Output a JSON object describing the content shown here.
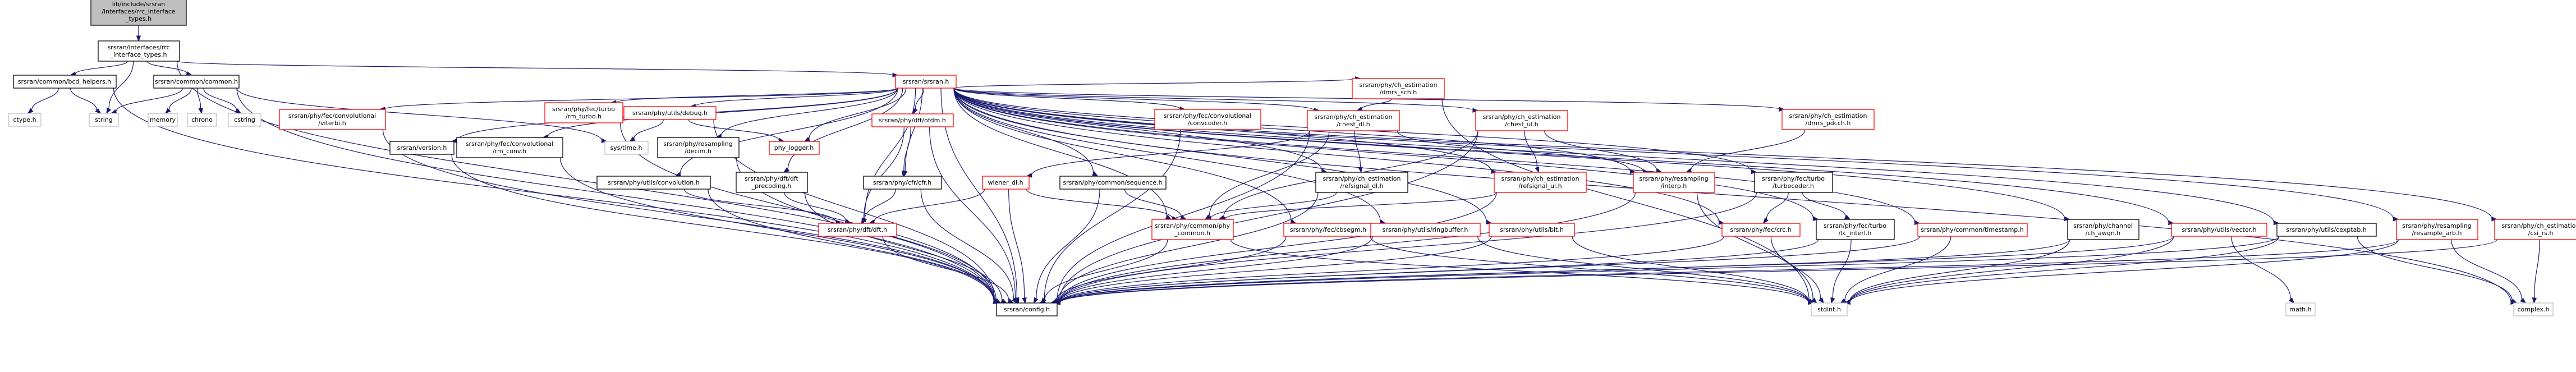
{
  "colors": {
    "edge": "#191970",
    "border_default": "#000000",
    "border_incomplete": "#ff0000",
    "border_system": "#bfbfbf",
    "fill_focus": "#bfbfbf",
    "fill_default": "#ffffff",
    "text": "#000000"
  },
  "nodes": [
    {
      "id": "n_root",
      "lines": [
        "lib/include/srsran",
        "/interfaces/rrc_interface",
        "_types.h"
      ],
      "kind": "focus"
    },
    {
      "id": "n_rrc_types",
      "lines": [
        "srsran/interfaces/rrc",
        "_interface_types.h"
      ],
      "kind": "default"
    },
    {
      "id": "n_bcd",
      "lines": [
        "srsran/common/bcd_helpers.h"
      ],
      "kind": "default"
    },
    {
      "id": "n_common",
      "lines": [
        "srsran/common/common.h"
      ],
      "kind": "default"
    },
    {
      "id": "n_srsran",
      "lines": [
        "srsran/srsran.h"
      ],
      "kind": "incomplete"
    },
    {
      "id": "n_ctype",
      "lines": [
        "ctype.h"
      ],
      "kind": "system"
    },
    {
      "id": "n_string",
      "lines": [
        "string"
      ],
      "kind": "system"
    },
    {
      "id": "n_memory",
      "lines": [
        "memory"
      ],
      "kind": "system"
    },
    {
      "id": "n_chrono",
      "lines": [
        "chrono"
      ],
      "kind": "system"
    },
    {
      "id": "n_cstring",
      "lines": [
        "cstring"
      ],
      "kind": "system"
    },
    {
      "id": "n_viterbi",
      "lines": [
        "srsran/phy/fec/convolutional",
        "/viterbi.h"
      ],
      "kind": "incomplete"
    },
    {
      "id": "n_version",
      "lines": [
        "srsran/version.h"
      ],
      "kind": "default"
    },
    {
      "id": "n_rm_conv",
      "lines": [
        "srsran/phy/fec/convolutional",
        "/rm_conv.h"
      ],
      "kind": "default"
    },
    {
      "id": "n_rm_turbo",
      "lines": [
        "srsran/phy/fec/turbo",
        "/rm_turbo.h"
      ],
      "kind": "incomplete"
    },
    {
      "id": "n_debug",
      "lines": [
        "srsran/phy/utils/debug.h"
      ],
      "kind": "incomplete"
    },
    {
      "id": "n_decim",
      "lines": [
        "srsran/phy/resampling",
        "/decim.h"
      ],
      "kind": "default"
    },
    {
      "id": "n_systime",
      "lines": [
        "sys/time.h"
      ],
      "kind": "system"
    },
    {
      "id": "n_phylogger",
      "lines": [
        "phy_logger.h"
      ],
      "kind": "incomplete"
    },
    {
      "id": "n_ofdm",
      "lines": [
        "srsran/phy/dft/ofdm.h"
      ],
      "kind": "incomplete"
    },
    {
      "id": "n_convolution",
      "lines": [
        "srsran/phy/utils/convolution.h"
      ],
      "kind": "default"
    },
    {
      "id": "n_dft_precoding",
      "lines": [
        "srsran/phy/dft/dft",
        "_precoding.h"
      ],
      "kind": "default"
    },
    {
      "id": "n_cfr",
      "lines": [
        "srsran/phy/cfr/cfr.h"
      ],
      "kind": "default"
    },
    {
      "id": "n_dft",
      "lines": [
        "srsran/phy/dft/dft.h"
      ],
      "kind": "incomplete"
    },
    {
      "id": "n_wiener",
      "lines": [
        "wiener_dl.h"
      ],
      "kind": "incomplete"
    },
    {
      "id": "n_sequence",
      "lines": [
        "srsran/phy/common/sequence.h"
      ],
      "kind": "default"
    },
    {
      "id": "n_convcoder",
      "lines": [
        "srsran/phy/fec/convolutional",
        "/convcoder.h"
      ],
      "kind": "incomplete"
    },
    {
      "id": "n_chest_dl",
      "lines": [
        "srsran/phy/ch_estimation",
        "/chest_dl.h"
      ],
      "kind": "incomplete"
    },
    {
      "id": "n_refsignal_dl",
      "lines": [
        "srsran/phy/ch_estimation",
        "/refsignal_dl.h"
      ],
      "kind": "default"
    },
    {
      "id": "n_dmrs_sch",
      "lines": [
        "srsran/phy/ch_estimation",
        "/dmrs_sch.h"
      ],
      "kind": "incomplete"
    },
    {
      "id": "n_chest_ul",
      "lines": [
        "srsran/phy/ch_estimation",
        "/chest_ul.h"
      ],
      "kind": "incomplete"
    },
    {
      "id": "n_refsignal_ul",
      "lines": [
        "srsran/phy/ch_estimation",
        "/refsignal_ul.h"
      ],
      "kind": "incomplete"
    },
    {
      "id": "n_phy_common",
      "lines": [
        "srsran/phy/common/phy",
        "_common.h"
      ],
      "kind": "incomplete"
    },
    {
      "id": "n_cbsegm",
      "lines": [
        "srsran/phy/fec/cbsegm.h"
      ],
      "kind": "incomplete"
    },
    {
      "id": "n_ringbuffer",
      "lines": [
        "srsran/phy/utils/ringbuffer.h"
      ],
      "kind": "incomplete"
    },
    {
      "id": "n_bit",
      "lines": [
        "srsran/phy/utils/bit.h"
      ],
      "kind": "incomplete"
    },
    {
      "id": "n_turbocoder",
      "lines": [
        "srsran/phy/fec/turbo",
        "/turbocoder.h"
      ],
      "kind": "default"
    },
    {
      "id": "n_crc",
      "lines": [
        "srsran/phy/fec/crc.h"
      ],
      "kind": "incomplete"
    },
    {
      "id": "n_tc_interl",
      "lines": [
        "srsran/phy/fec/turbo",
        "/tc_interl.h"
      ],
      "kind": "default"
    },
    {
      "id": "n_resampling",
      "lines": [
        "srsran/phy/resampling",
        "/interp.h"
      ],
      "kind": "incomplete"
    },
    {
      "id": "n_dmrs_pdcch",
      "lines": [
        "srsran/phy/ch_estimation",
        "/dmrs_pdcch.h"
      ],
      "kind": "incomplete"
    },
    {
      "id": "n_timestamp",
      "lines": [
        "srsran/phy/common/timestamp.h"
      ],
      "kind": "incomplete"
    },
    {
      "id": "n_ch_awgn",
      "lines": [
        "srsran/phy/channel",
        "/ch_awgn.h"
      ],
      "kind": "default"
    },
    {
      "id": "n_vector",
      "lines": [
        "srsran/phy/utils/vector.h"
      ],
      "kind": "incomplete"
    },
    {
      "id": "n_cexptab",
      "lines": [
        "srsran/phy/utils/cexptab.h"
      ],
      "kind": "default"
    },
    {
      "id": "n_resample_arb",
      "lines": [
        "srsran/phy/resampling",
        "/resample_arb.h"
      ],
      "kind": "incomplete"
    },
    {
      "id": "n_csi_rs",
      "lines": [
        "srsran/phy/ch_estimation",
        "/csi_rs.h"
      ],
      "kind": "incomplete"
    },
    {
      "id": "n_config",
      "lines": [
        "srsran/config.h"
      ],
      "kind": "default"
    },
    {
      "id": "n_stdint",
      "lines": [
        "stdint.h"
      ],
      "kind": "system"
    },
    {
      "id": "n_math",
      "lines": [
        "math.h"
      ],
      "kind": "system"
    },
    {
      "id": "n_complex",
      "lines": [
        "complex.h"
      ],
      "kind": "system"
    }
  ],
  "edges": [
    [
      "n_root",
      "n_rrc_types"
    ],
    [
      "n_rrc_types",
      "n_bcd"
    ],
    [
      "n_rrc_types",
      "n_common"
    ],
    [
      "n_rrc_types",
      "n_srsran"
    ],
    [
      "n_rrc_types",
      "n_string"
    ],
    [
      "n_rrc_types",
      "n_config"
    ],
    [
      "n_bcd",
      "n_ctype"
    ],
    [
      "n_bcd",
      "n_string"
    ],
    [
      "n_bcd",
      "n_config"
    ],
    [
      "n_common",
      "n_string"
    ],
    [
      "n_common",
      "n_memory"
    ],
    [
      "n_common",
      "n_chrono"
    ],
    [
      "n_common",
      "n_cstring"
    ],
    [
      "n_common",
      "n_systime"
    ],
    [
      "n_common",
      "n_config"
    ],
    [
      "n_srsran",
      "n_viterbi"
    ],
    [
      "n_srsran",
      "n_version"
    ],
    [
      "n_srsran",
      "n_rm_conv"
    ],
    [
      "n_srsran",
      "n_rm_turbo"
    ],
    [
      "n_srsran",
      "n_debug"
    ],
    [
      "n_srsran",
      "n_decim"
    ],
    [
      "n_srsran",
      "n_phylogger"
    ],
    [
      "n_srsran",
      "n_ofdm"
    ],
    [
      "n_srsran",
      "n_convolution"
    ],
    [
      "n_srsran",
      "n_dft_precoding"
    ],
    [
      "n_srsran",
      "n_cfr"
    ],
    [
      "n_srsran",
      "n_dft"
    ],
    [
      "n_srsran",
      "n_sequence"
    ],
    [
      "n_srsran",
      "n_convcoder"
    ],
    [
      "n_srsran",
      "n_chest_dl"
    ],
    [
      "n_srsran",
      "n_refsignal_dl"
    ],
    [
      "n_srsran",
      "n_dmrs_sch"
    ],
    [
      "n_srsran",
      "n_chest_ul"
    ],
    [
      "n_srsran",
      "n_refsignal_ul"
    ],
    [
      "n_srsran",
      "n_phy_common"
    ],
    [
      "n_srsran",
      "n_cbsegm"
    ],
    [
      "n_srsran",
      "n_ringbuffer"
    ],
    [
      "n_srsran",
      "n_bit"
    ],
    [
      "n_srsran",
      "n_turbocoder"
    ],
    [
      "n_srsran",
      "n_crc"
    ],
    [
      "n_srsran",
      "n_tc_interl"
    ],
    [
      "n_srsran",
      "n_resampling"
    ],
    [
      "n_srsran",
      "n_dmrs_pdcch"
    ],
    [
      "n_srsran",
      "n_timestamp"
    ],
    [
      "n_srsran",
      "n_ch_awgn"
    ],
    [
      "n_srsran",
      "n_vector"
    ],
    [
      "n_srsran",
      "n_cexptab"
    ],
    [
      "n_srsran",
      "n_resample_arb"
    ],
    [
      "n_srsran",
      "n_csi_rs"
    ],
    [
      "n_srsran",
      "n_config"
    ],
    [
      "n_srsran",
      "n_complex"
    ],
    [
      "n_viterbi",
      "n_config"
    ],
    [
      "n_version",
      "n_config"
    ],
    [
      "n_rm_conv",
      "n_config"
    ],
    [
      "n_rm_turbo",
      "n_config"
    ],
    [
      "n_debug",
      "n_systime"
    ],
    [
      "n_debug",
      "n_phylogger"
    ],
    [
      "n_debug",
      "n_config"
    ],
    [
      "n_decim",
      "n_config"
    ],
    [
      "n_ofdm",
      "n_cfr"
    ],
    [
      "n_ofdm",
      "n_dft"
    ],
    [
      "n_ofdm",
      "n_config"
    ],
    [
      "n_convolution",
      "n_dft"
    ],
    [
      "n_convolution",
      "n_config"
    ],
    [
      "n_dft_precoding",
      "n_dft"
    ],
    [
      "n_dft_precoding",
      "n_config"
    ],
    [
      "n_cfr",
      "n_dft"
    ],
    [
      "n_cfr",
      "n_config"
    ],
    [
      "n_dft",
      "n_config"
    ],
    [
      "n_wiener",
      "n_dft"
    ],
    [
      "n_wiener",
      "n_config"
    ],
    [
      "n_wiener",
      "n_phy_common"
    ],
    [
      "n_sequence",
      "n_phy_common"
    ],
    [
      "n_sequence",
      "n_config"
    ],
    [
      "n_convcoder",
      "n_config"
    ],
    [
      "n_chest_dl",
      "n_wiener"
    ],
    [
      "n_chest_dl",
      "n_refsignal_dl"
    ],
    [
      "n_chest_dl",
      "n_resampling"
    ],
    [
      "n_chest_dl",
      "n_phy_common"
    ],
    [
      "n_chest_dl",
      "n_config"
    ],
    [
      "n_refsignal_dl",
      "n_phy_common"
    ],
    [
      "n_refsignal_dl",
      "n_config"
    ],
    [
      "n_dmrs_sch",
      "n_chest_dl"
    ],
    [
      "n_dmrs_sch",
      "n_stdint"
    ],
    [
      "n_chest_ul",
      "n_refsignal_ul"
    ],
    [
      "n_chest_ul",
      "n_resampling"
    ],
    [
      "n_chest_ul",
      "n_phy_common"
    ],
    [
      "n_chest_ul",
      "n_config"
    ],
    [
      "n_refsignal_ul",
      "n_phy_common"
    ],
    [
      "n_refsignal_ul",
      "n_config"
    ],
    [
      "n_phy_common",
      "n_config"
    ],
    [
      "n_phy_common",
      "n_stdint"
    ],
    [
      "n_cbsegm",
      "n_config"
    ],
    [
      "n_cbsegm",
      "n_stdint"
    ],
    [
      "n_ringbuffer",
      "n_config"
    ],
    [
      "n_ringbuffer",
      "n_stdint"
    ],
    [
      "n_bit",
      "n_config"
    ],
    [
      "n_bit",
      "n_stdint"
    ],
    [
      "n_turbocoder",
      "n_crc"
    ],
    [
      "n_turbocoder",
      "n_tc_interl"
    ],
    [
      "n_turbocoder",
      "n_config"
    ],
    [
      "n_crc",
      "n_config"
    ],
    [
      "n_crc",
      "n_stdint"
    ],
    [
      "n_tc_interl",
      "n_config"
    ],
    [
      "n_tc_interl",
      "n_stdint"
    ],
    [
      "n_resampling",
      "n_config"
    ],
    [
      "n_resampling",
      "n_stdint"
    ],
    [
      "n_dmrs_pdcch",
      "n_resampling"
    ],
    [
      "n_timestamp",
      "n_config"
    ],
    [
      "n_timestamp",
      "n_stdint"
    ],
    [
      "n_ch_awgn",
      "n_config"
    ],
    [
      "n_ch_awgn",
      "n_stdint"
    ],
    [
      "n_vector",
      "n_config"
    ],
    [
      "n_vector",
      "n_stdint"
    ],
    [
      "n_vector",
      "n_math"
    ],
    [
      "n_cexptab",
      "n_config"
    ],
    [
      "n_cexptab",
      "n_stdint"
    ],
    [
      "n_cexptab",
      "n_complex"
    ],
    [
      "n_resample_arb",
      "n_config"
    ],
    [
      "n_resample_arb",
      "n_stdint"
    ],
    [
      "n_resample_arb",
      "n_complex"
    ],
    [
      "n_csi_rs",
      "n_config"
    ],
    [
      "n_csi_rs",
      "n_complex"
    ]
  ]
}
